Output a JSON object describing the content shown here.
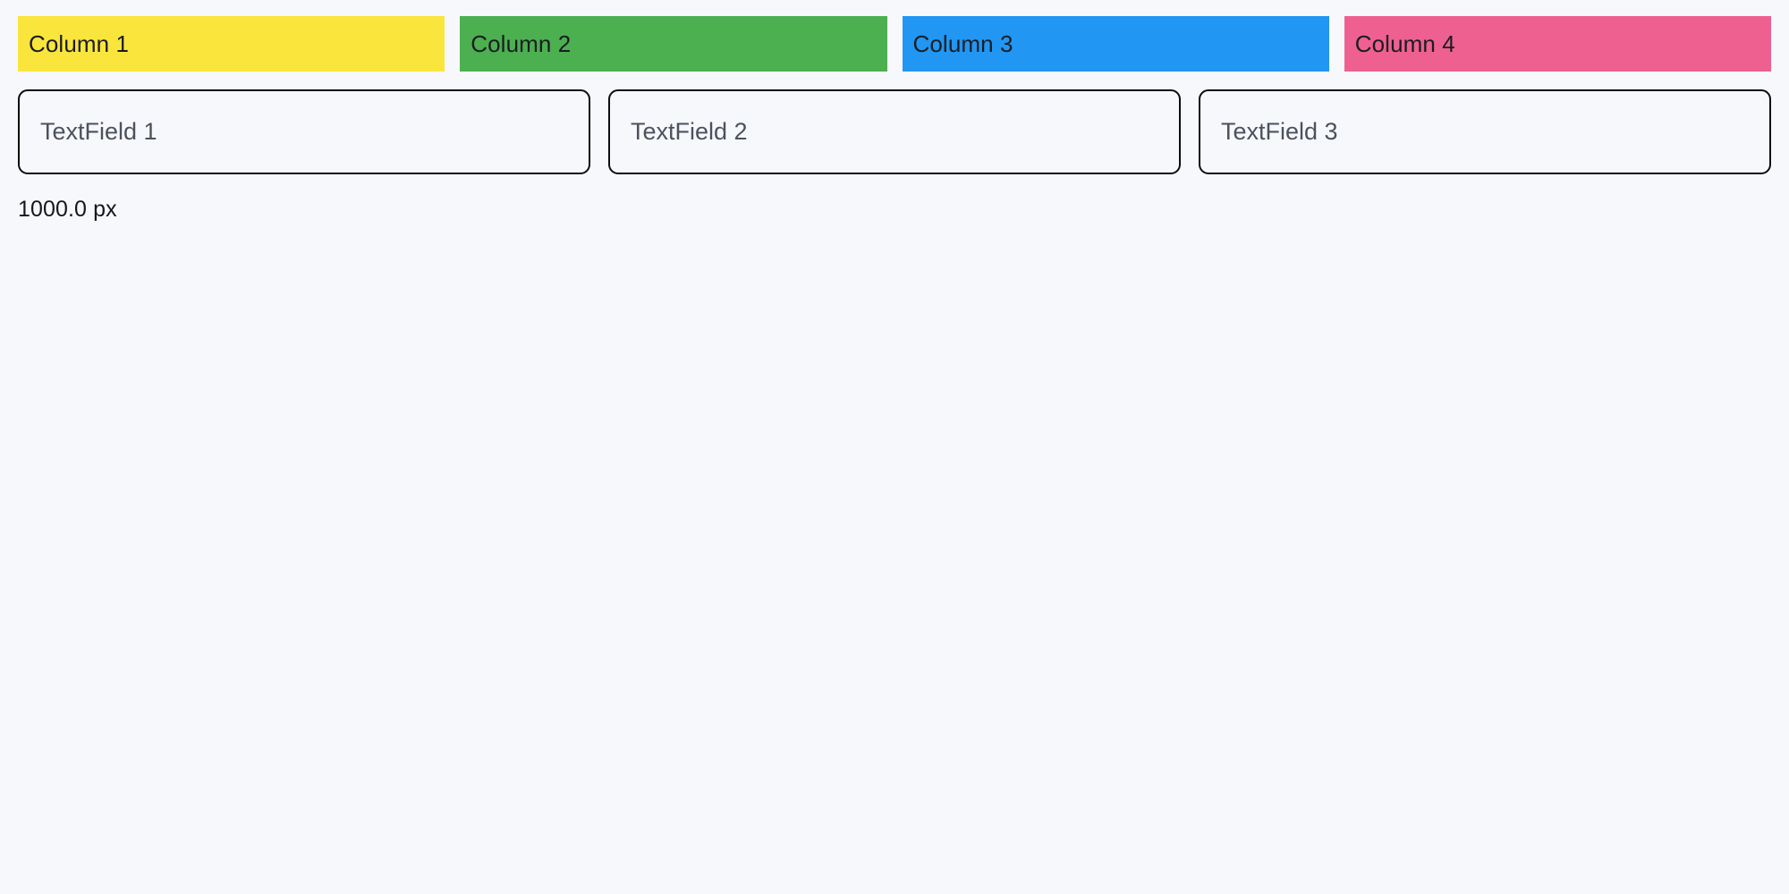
{
  "page": {
    "background_color": "#f7f8fc",
    "text_color": "#14181d"
  },
  "columns": {
    "items": [
      {
        "label": "Column 1",
        "color": "#fae53c",
        "text_color": "#1a1d22"
      },
      {
        "label": "Column 2",
        "color": "#4caf50",
        "text_color": "#1a1d22"
      },
      {
        "label": "Column 3",
        "color": "#2196f3",
        "text_color": "#1a1d22"
      },
      {
        "label": "Column 4",
        "color": "#ee6090",
        "text_color": "#1a1d22"
      }
    ]
  },
  "textfields": {
    "items": [
      {
        "placeholder": "TextField 1",
        "value": ""
      },
      {
        "placeholder": "TextField 2",
        "value": ""
      },
      {
        "placeholder": "TextField 3",
        "value": ""
      }
    ],
    "border_color": "#0b0d10",
    "placeholder_color": "#4b525c"
  },
  "status": {
    "measurement": "1000.0 px"
  }
}
